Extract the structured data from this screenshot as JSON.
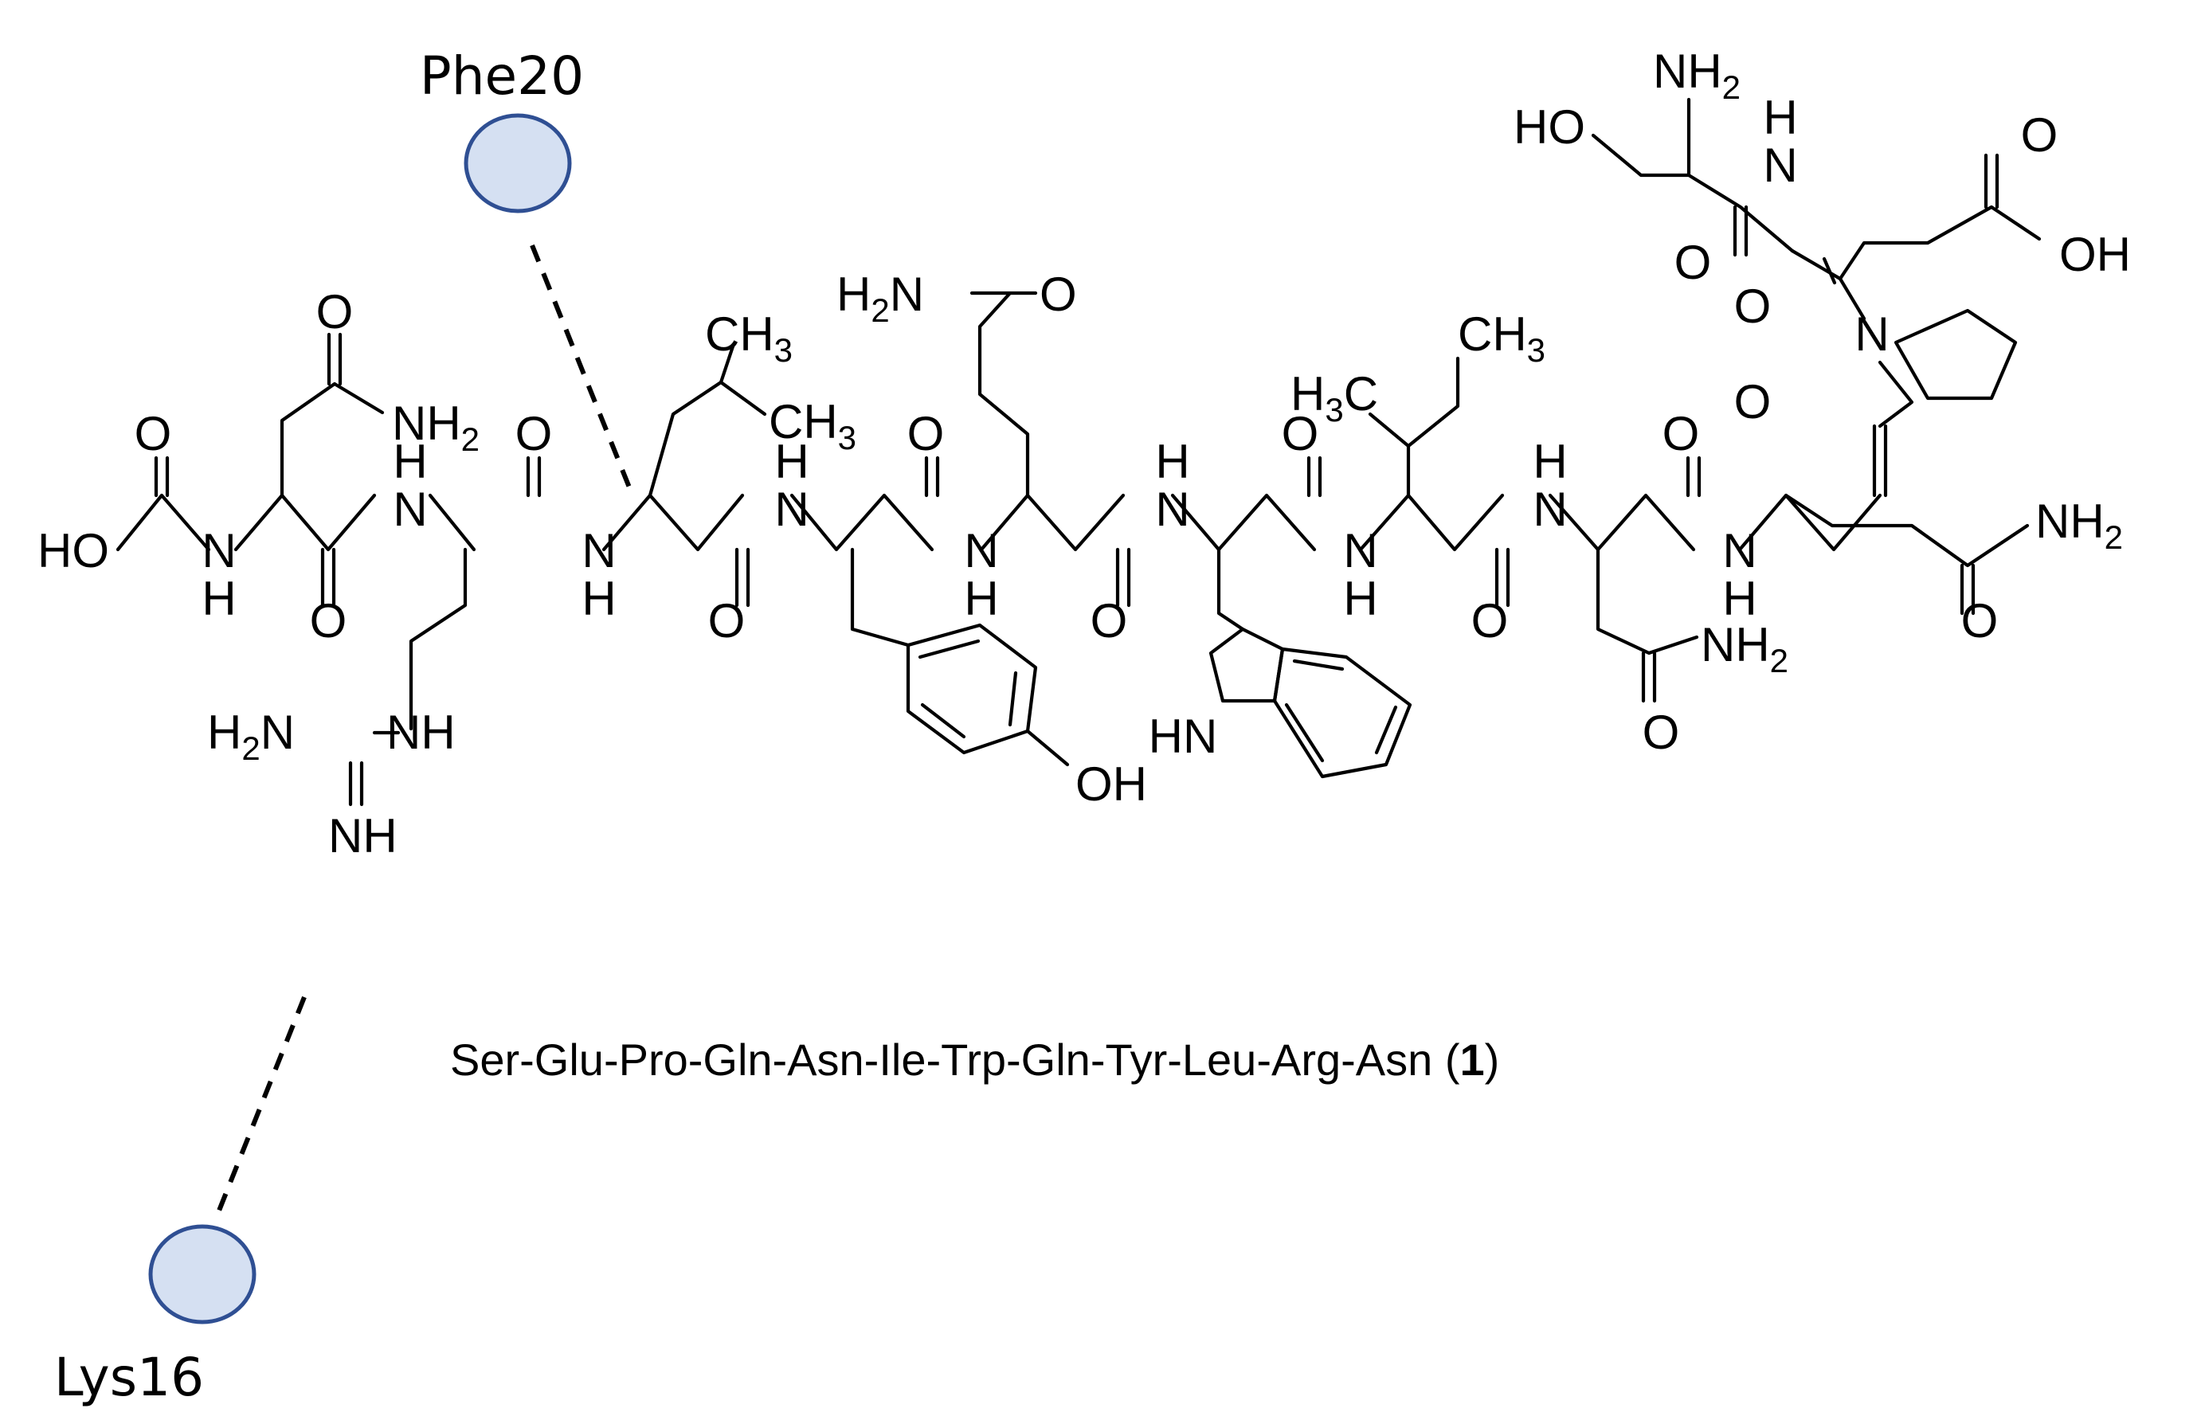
{
  "residues": {
    "phe20": {
      "label": "Phe20"
    },
    "lys16": {
      "label": "Lys16"
    }
  },
  "sequence": {
    "text": "Ser-Glu-Pro-Gln-Asn-Ile-Trp-Gln-Tyr-Leu-Arg-Asn",
    "compound_number": "1"
  },
  "atoms": {
    "o": "O",
    "ho": "HO",
    "oh": "OH",
    "n": "N",
    "h": "H",
    "nh": "NH",
    "hn": "HN",
    "nh2_n": "NH",
    "nh2_sub": "2",
    "h2n_h": "H",
    "h2n_n": "N",
    "h2n_sub": "2",
    "ch3": "CH",
    "ch3_sub": "3",
    "h3c_h": "H",
    "h3c_c": "C",
    "h3c_sub": "3"
  },
  "colors": {
    "bead_fill": "#d5e0f2",
    "bead_stroke": "#2f4f93",
    "bond": "#000000"
  }
}
